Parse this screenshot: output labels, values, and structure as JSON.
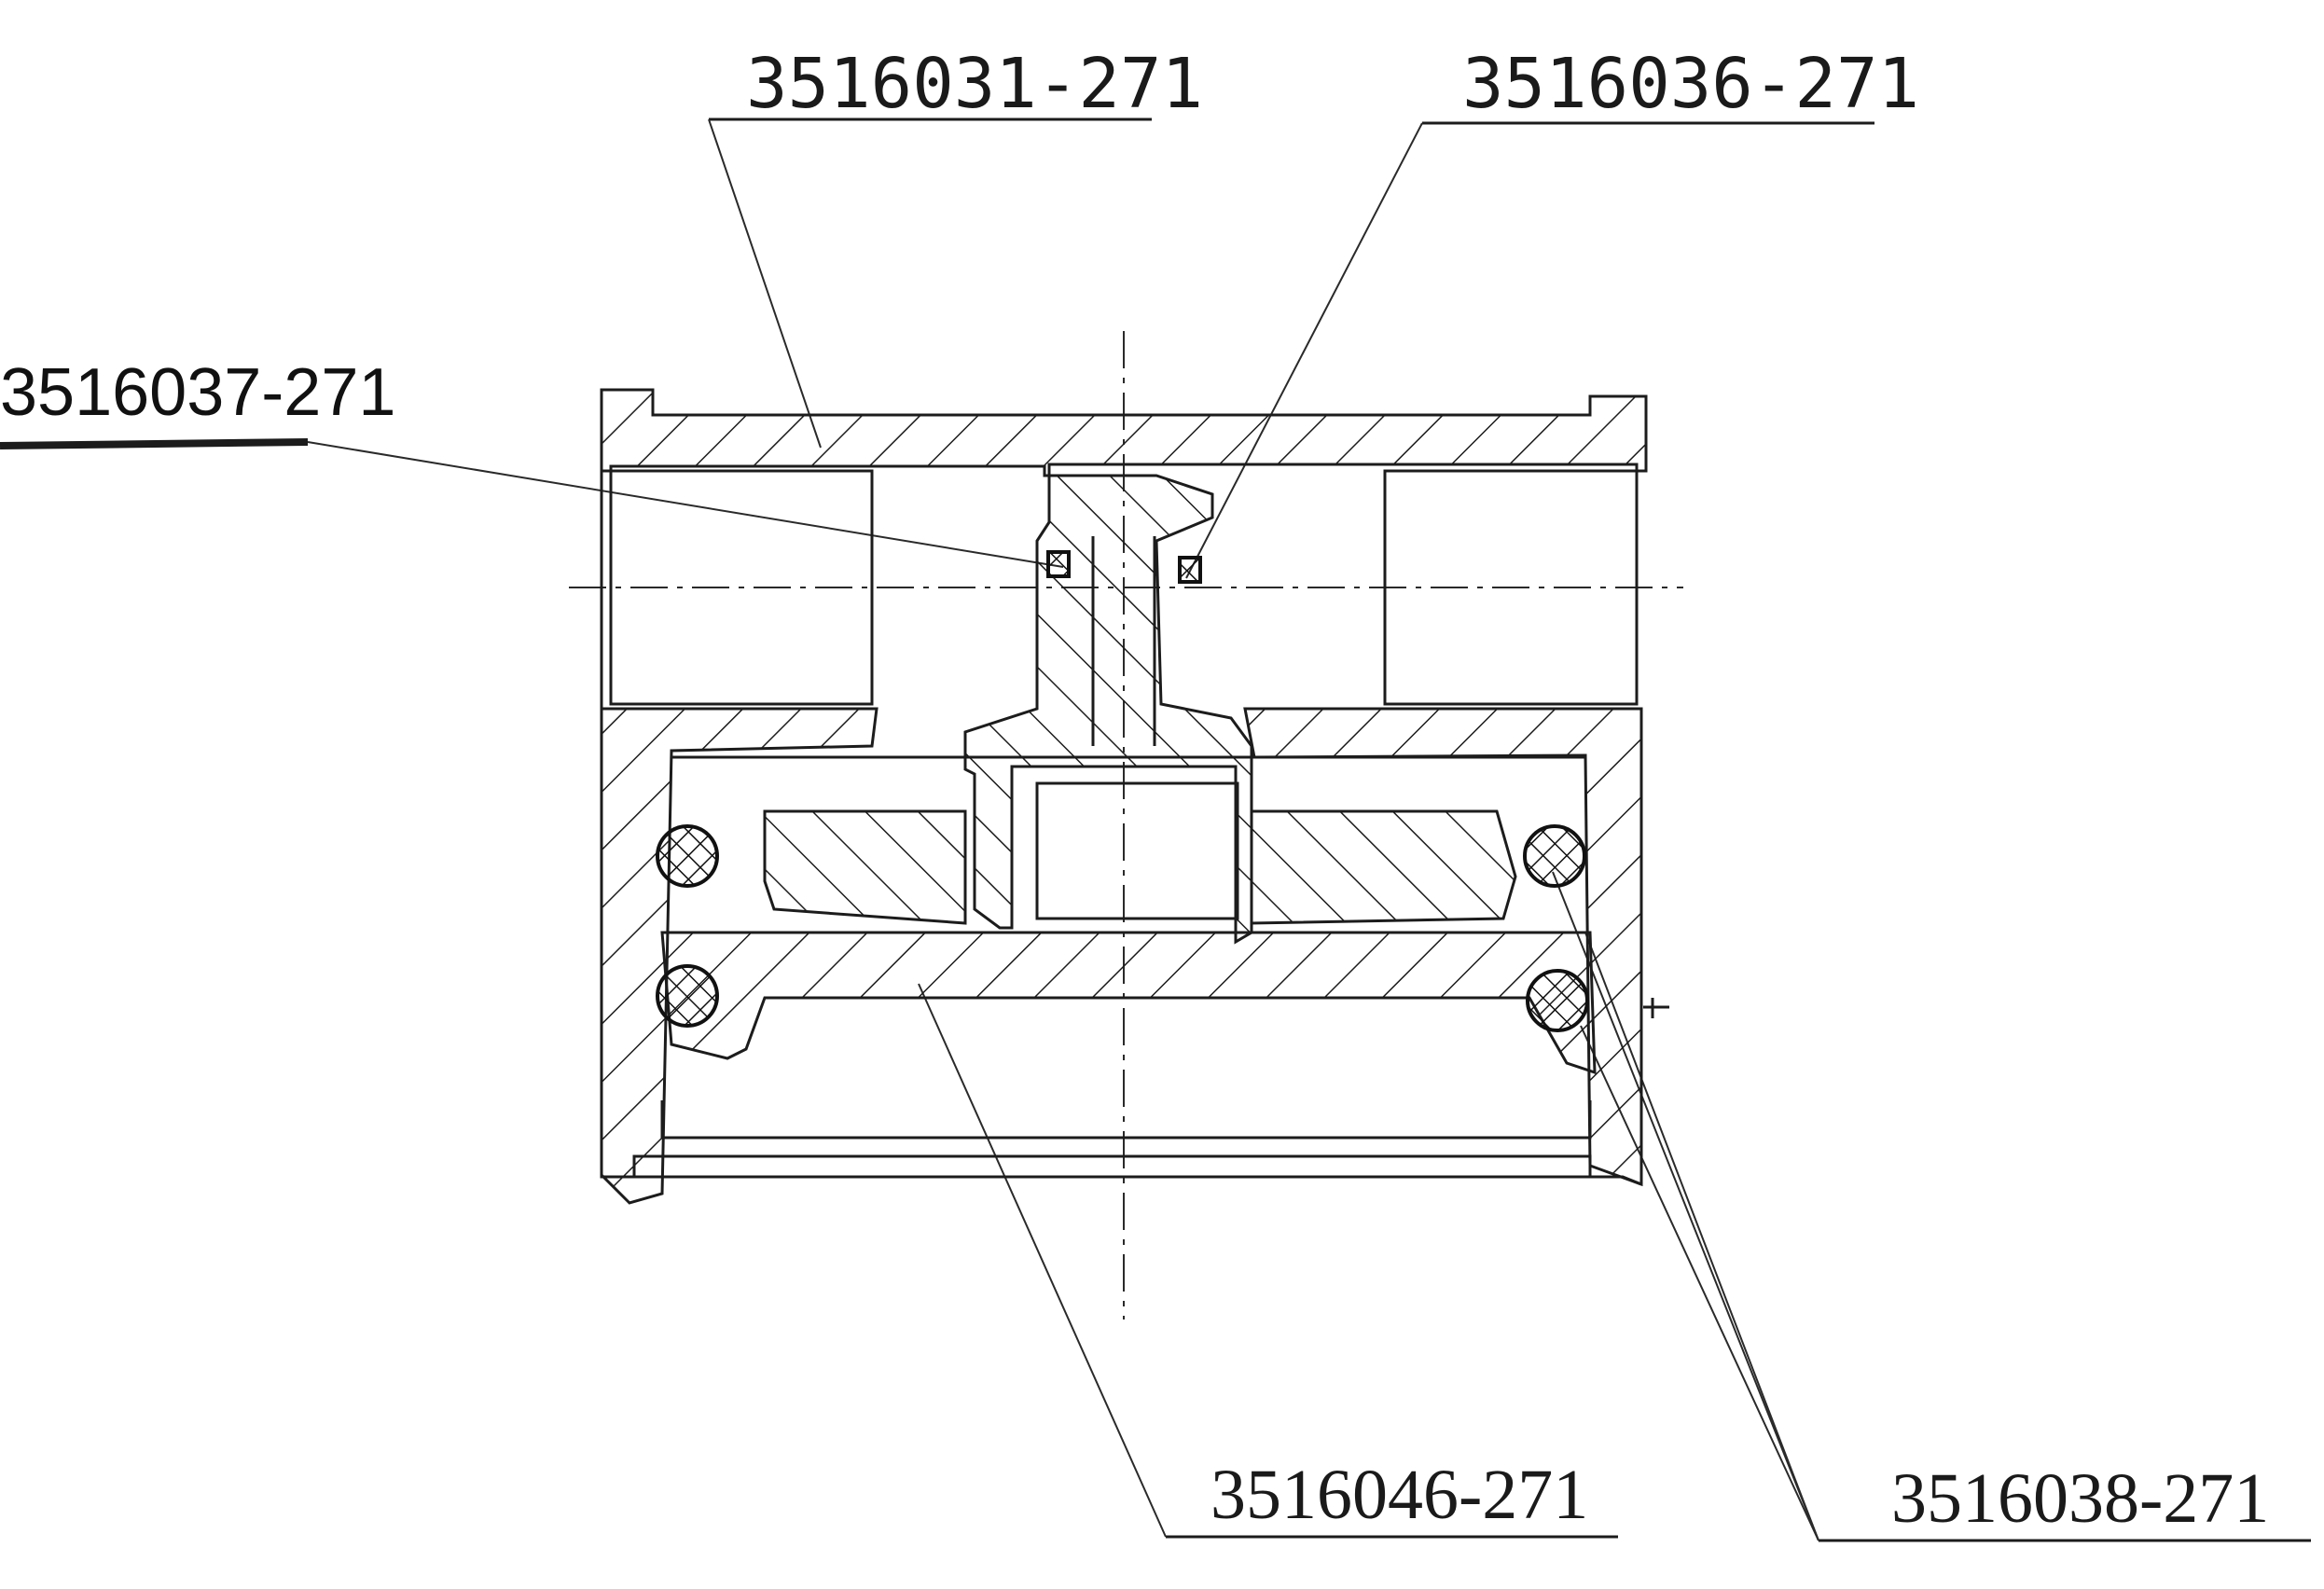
{
  "callouts": [
    {
      "id": "top-left",
      "text": "3516031-271"
    },
    {
      "id": "top-right",
      "text": "3516036-271"
    },
    {
      "id": "left",
      "text": "3516037-271"
    },
    {
      "id": "bottom-middle",
      "text": "3516046-271"
    },
    {
      "id": "bottom-right",
      "text": "3516038-271"
    }
  ]
}
